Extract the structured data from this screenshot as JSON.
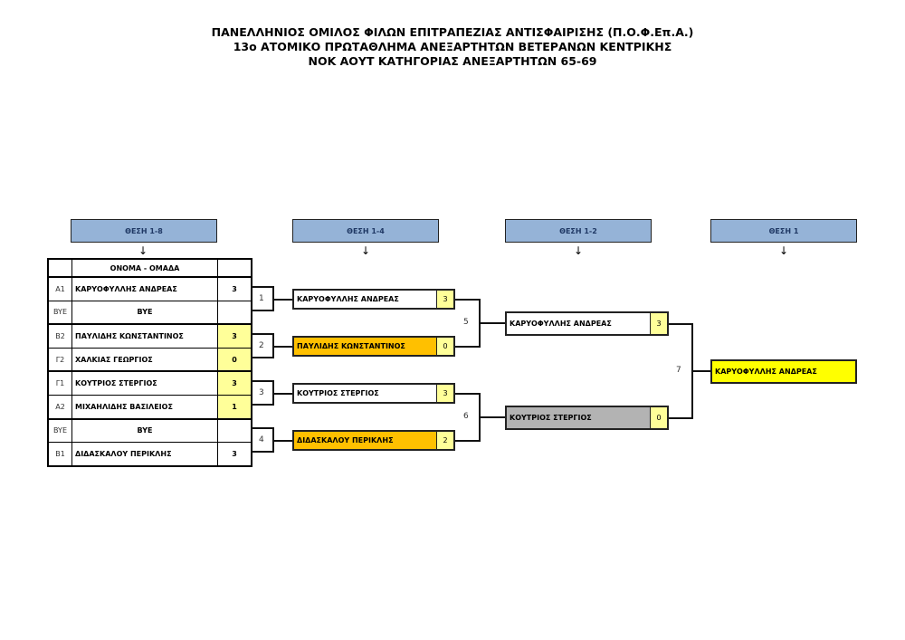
{
  "title": [
    "ΠΑΝΕΛΛΗΝΙΟΣ ΟΜΙΛΟΣ ΦΙΛΩΝ ΕΠΙΤΡΑΠΕΖΙΑΣ ΑΝΤΙΣΦΑΙΡΙΣΗΣ (Π.Ο.Φ.Επ.Α.)",
    "13ο ΑΤΟΜΙΚΟ ΠΡΩΤΑΘΛΗΜΑ ΑΝΕΞΑΡΤΗΤΩΝ ΒΕΤΕΡΑΝΩΝ ΚΕΝΤΡΙΚΗΣ",
    "ΝΟΚ ΑΟΥΤ ΚΑΤΗΓΟΡΙΑΣ ΑΝΕΞΑΡΤΗΤΩΝ 65-69"
  ],
  "headers": [
    "ΘΕΣΗ 1-8",
    "ΘΕΣΗ 1-4",
    "ΘΕΣΗ 1-2",
    "ΘΕΣΗ 1"
  ],
  "arrow": "↓",
  "table": {
    "header": "ΟΝΟΜΑ - ΟΜΑΔΑ",
    "rows": [
      {
        "code": "Α1",
        "name": "ΚΑΡΥΟΦΥΛΛΗΣ ΑΝΔΡΕΑΣ",
        "score": "3"
      },
      {
        "code": "BYE",
        "name": "BYE",
        "score": ""
      },
      {
        "code": "Β2",
        "name": "ΠΑΥΛΙΔΗΣ ΚΩΝΣΤΑΝΤΙΝΟΣ",
        "score": "3"
      },
      {
        "code": "Γ2",
        "name": "ΧΑΛΚΙΑΣ ΓΕΩΡΓΙΟΣ",
        "score": "0"
      },
      {
        "code": "Γ1",
        "name": "ΚΟΥΤΡΙΟΣ ΣΤΕΡΓΙΟΣ",
        "score": "3"
      },
      {
        "code": "Α2",
        "name": "ΜΙΧΑΗΛΙΔΗΣ ΒΑΣΙΛΕΙΟΣ",
        "score": "1"
      },
      {
        "code": "BYE",
        "name": "BYE",
        "score": ""
      },
      {
        "code": "Β1",
        "name": "ΔΙΔΑΣΚΑΛΟΥ ΠΕΡΙΚΛΗΣ",
        "score": "3"
      }
    ]
  },
  "round2": [
    {
      "match": "1",
      "name": "ΚΑΡΥΟΦΥΛΛΗΣ ΑΝΔΡΕΑΣ",
      "score": "3"
    },
    {
      "match": "2",
      "name": "ΠΑΥΛΙΔΗΣ ΚΩΝΣΤΑΝΤΙΝΟΣ",
      "score": "0"
    },
    {
      "match": "3",
      "name": "ΚΟΥΤΡΙΟΣ ΣΤΕΡΓΙΟΣ",
      "score": "3"
    },
    {
      "match": "4",
      "name": "ΔΙΔΑΣΚΑΛΟΥ ΠΕΡΙΚΛΗΣ",
      "score": "2"
    }
  ],
  "round3": [
    {
      "match": "5",
      "name": "ΚΑΡΥΟΦΥΛΛΗΣ ΑΝΔΡΕΑΣ",
      "score": "3"
    },
    {
      "match": "6",
      "name": "ΚΟΥΤΡΙΟΣ ΣΤΕΡΓΙΟΣ",
      "score": "0"
    }
  ],
  "final": {
    "match": "7",
    "name": "ΚΑΡΥΟΦΥΛΛΗΣ ΑΝΔΡΕΑΣ"
  },
  "colors": {
    "header": "#95b3d7",
    "score": "#ffff99",
    "loser": "#ffc000",
    "runnerup": "#b3b3b3",
    "winner": "#ffff00"
  }
}
